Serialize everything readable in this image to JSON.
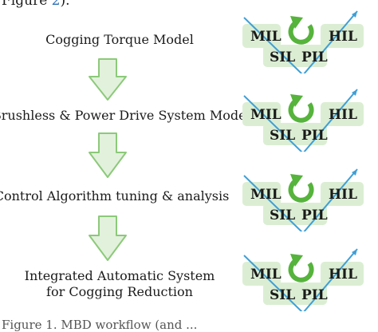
{
  "header": {
    "fragment": "Figure ",
    "ref": "2",
    "tail": ")."
  },
  "workflow": {
    "steps": [
      {
        "label_lines": [
          "Cogging Torque Model"
        ]
      },
      {
        "label_lines": [
          "Brushless & Power Drive System Model"
        ]
      },
      {
        "label_lines": [
          "Control Algorithm tuning & analysis"
        ]
      },
      {
        "label_lines": [
          "Integrated Automatic System",
          "for Cogging Reduction"
        ]
      }
    ]
  },
  "v_cycle": {
    "mil": "MIL",
    "sil": "SIL",
    "pil": "PIL",
    "hil": "HIL"
  },
  "footer": {
    "caption_fragment": "Figure 1. MBD workflow (and ..."
  },
  "colors": {
    "arrow_fill": "#e2f1dc",
    "arrow_stroke": "#8cc97a",
    "v_line": "#3f9fd6",
    "box_fill": "#dbeed3",
    "cycle_arrow": "#56b33c",
    "ref_link": "#2a6db4"
  }
}
